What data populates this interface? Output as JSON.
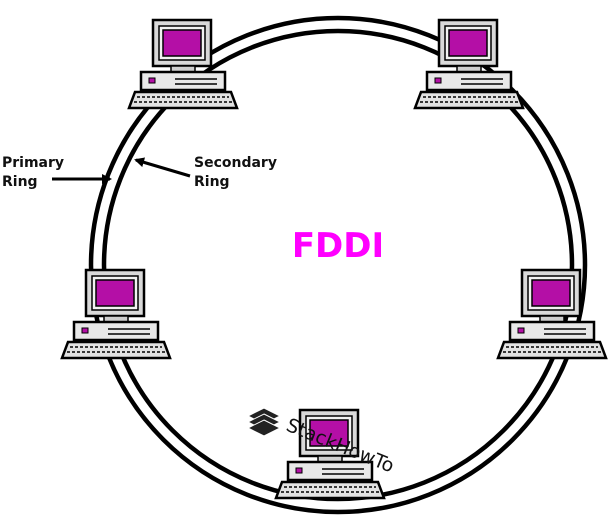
{
  "title": "FDDI",
  "labels": {
    "primary_line1": "Primary",
    "primary_line2": "Ring",
    "secondary_line1": "Secondary",
    "secondary_line2": "Ring"
  },
  "watermark": "StackHowTo",
  "nodes": [
    {
      "id": "top-left"
    },
    {
      "id": "top-right"
    },
    {
      "id": "left"
    },
    {
      "id": "right"
    },
    {
      "id": "bottom"
    }
  ],
  "colors": {
    "title": "#ff00ff",
    "screen": "#b40fa6",
    "ring": "#000000",
    "computer_body": "#e8e8e8"
  }
}
